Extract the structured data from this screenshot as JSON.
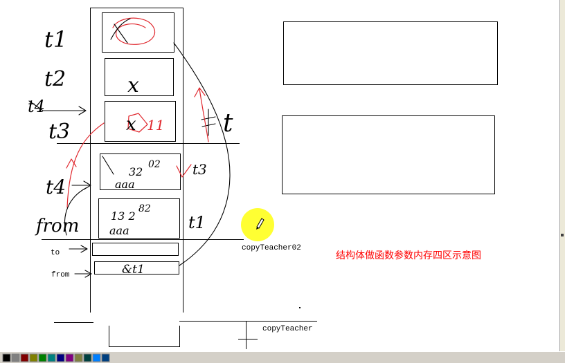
{
  "colors": {
    "canvas": "#ffffff",
    "ink": "#000000",
    "red_ink": "#e0282e",
    "highlight": "#ffff33",
    "title_text": "#ff0000",
    "palette_bar": "#d4d0c8"
  },
  "labels": {
    "copy_teacher_02": "copyTeacher02",
    "copy_teacher": "copyTeacher",
    "to": "to",
    "from": "from",
    "title": "结构体做函数参数内存四区示意图"
  },
  "handwriting": {
    "t1_left": "t1",
    "t2_left": "t2",
    "t4_upper": "t4",
    "t3_left": "t3",
    "t4_left": "t4",
    "from_left": "from",
    "t_right": "t",
    "t3_right": "t3",
    "t1_right": "t1",
    "x_box2": "x",
    "x_box3": "x",
    "red_11": "11",
    "box4_num": "32",
    "box4_sup": "02",
    "box4_name": "aaa",
    "box5_num": "13 2",
    "box5_sup": "82",
    "box5_name": "aaa",
    "from_box_value": "&t1"
  },
  "palette": {
    "colors": [
      "#000000",
      "#808080",
      "#800000",
      "#808000",
      "#008000",
      "#008080",
      "#000080",
      "#800080",
      "#808040",
      "#004040",
      "#0080ff",
      "#004080"
    ]
  }
}
